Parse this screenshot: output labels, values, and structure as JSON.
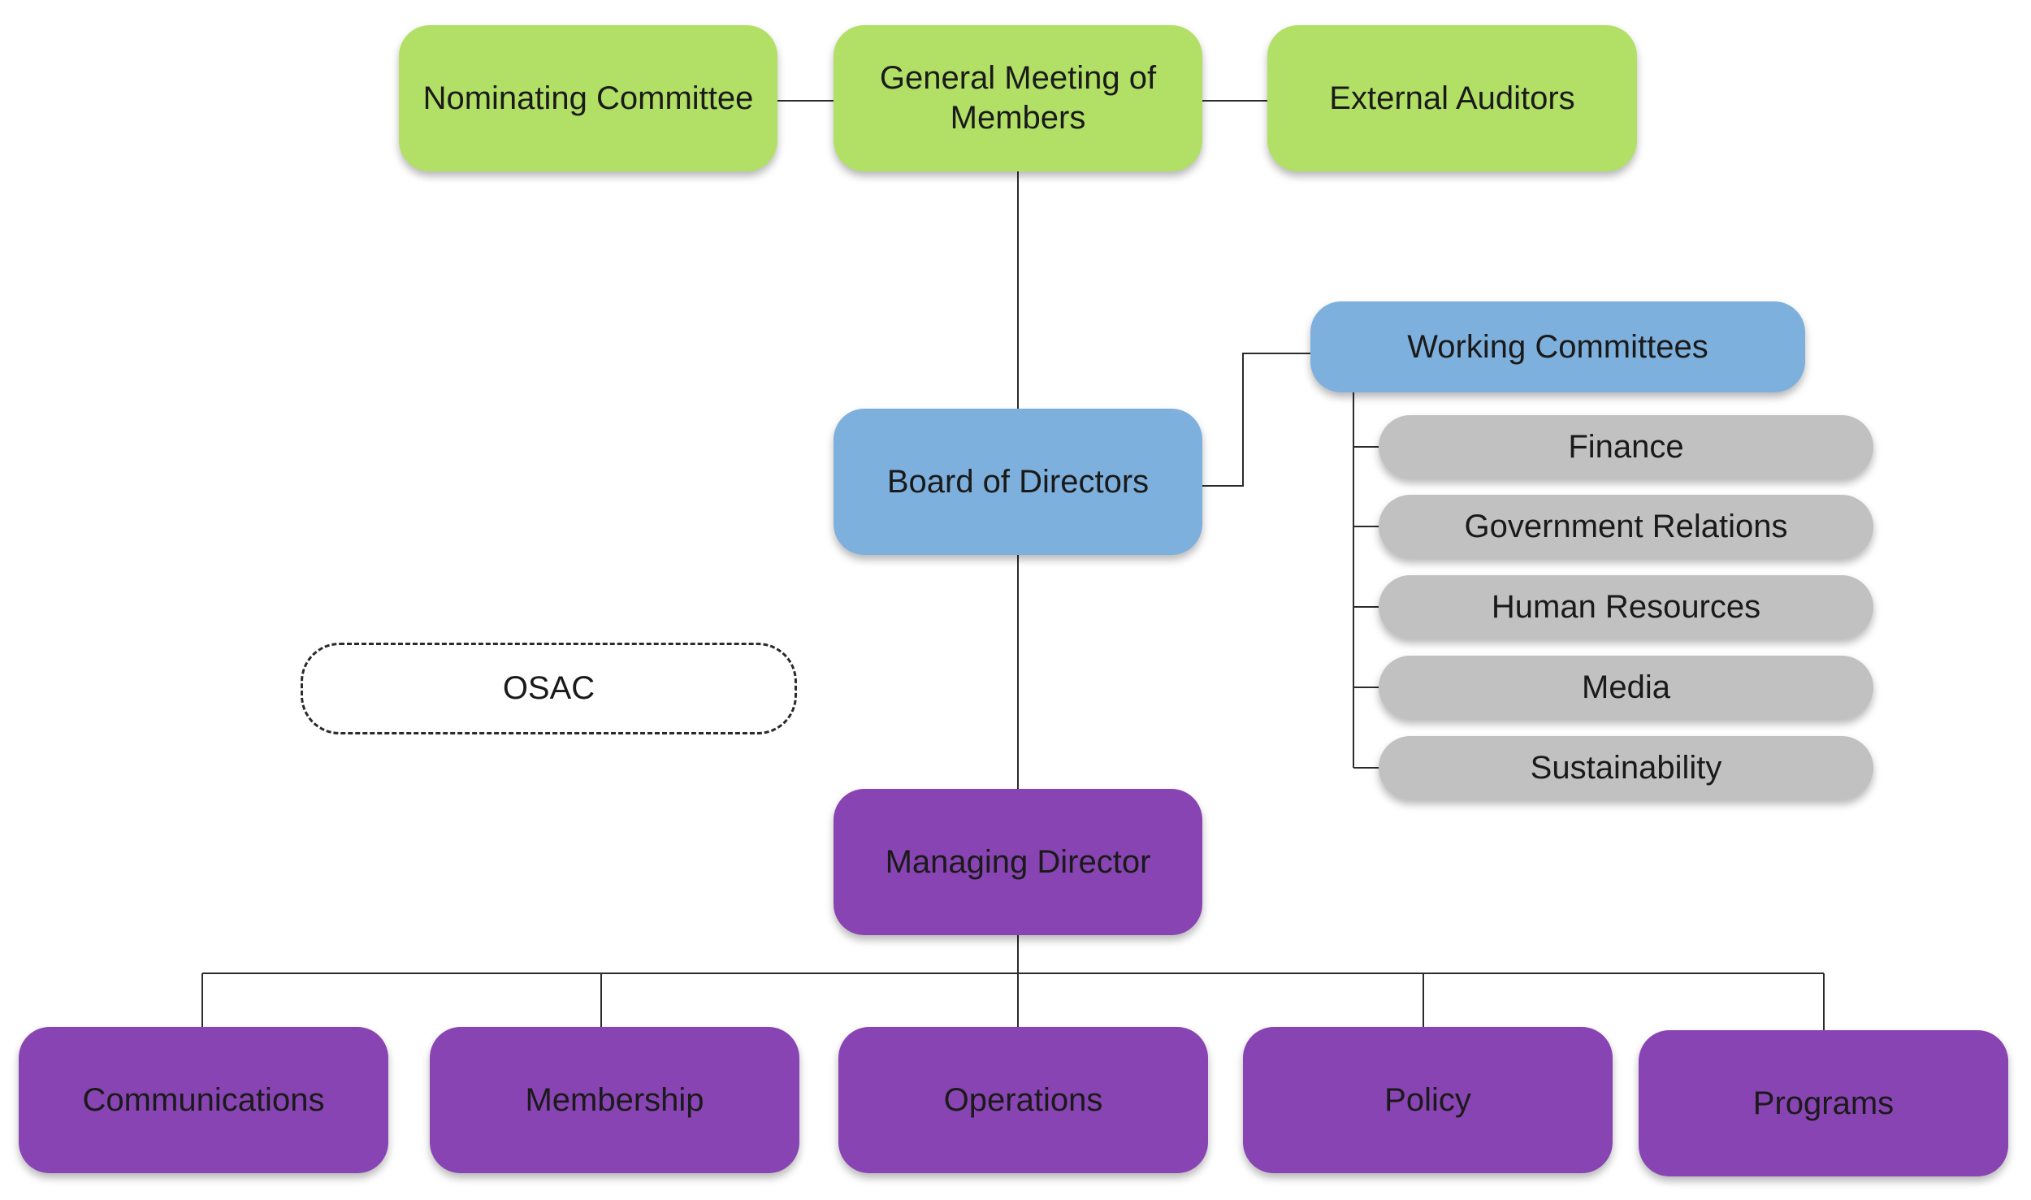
{
  "diagram": {
    "colors": {
      "governance": "#b2e066",
      "board": "#7eb0dd",
      "committee": "#c1c1c1",
      "staff": "#8944b3",
      "connector": "#2b2b2b"
    },
    "nodes": {
      "nominating_committee": "Nominating Committee",
      "general_meeting": "General Meeting of Members",
      "external_auditors": "External Auditors",
      "board_of_directors": "Board of Directors",
      "working_committees": "Working Committees",
      "committees": [
        "Finance",
        "Government Relations",
        "Human Resources",
        "Media",
        "Sustainability"
      ],
      "osac": "OSAC",
      "managing_director": "Managing Director",
      "departments": [
        "Communications",
        "Membership",
        "Operations",
        "Policy",
        "Programs"
      ]
    }
  }
}
